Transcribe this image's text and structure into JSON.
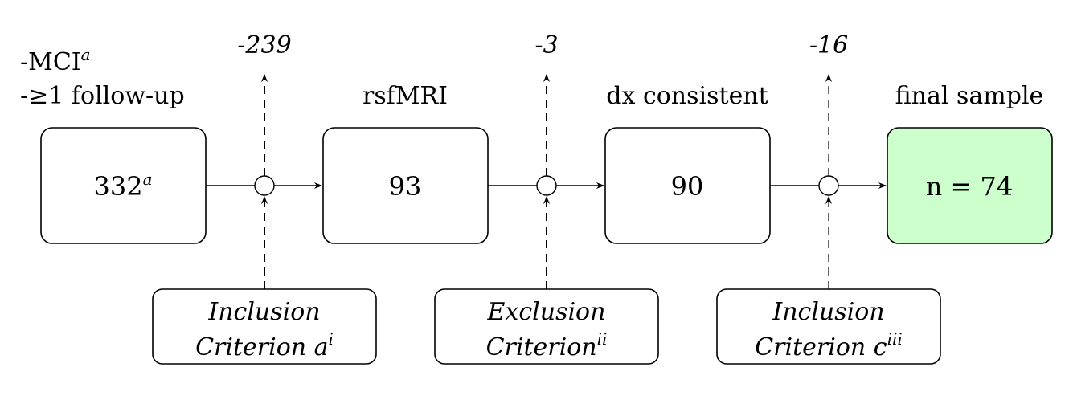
{
  "colors": {
    "stroke": "#000000",
    "final_fill": "#ccffcc",
    "box_fill": "#ffffff"
  },
  "header_notes": {
    "line1": "-MCI",
    "line1_sup": "a",
    "line2": "-≥1 follow-up"
  },
  "stages": [
    {
      "label": "",
      "value": "332",
      "value_sup": "a"
    },
    {
      "label": "rsfMRI",
      "value": "93",
      "value_sup": ""
    },
    {
      "label": "dx consistent",
      "value": "90",
      "value_sup": ""
    },
    {
      "label": "final sample",
      "value": "n = 74",
      "value_sup": ""
    }
  ],
  "removals": [
    "-239",
    "-3",
    "-16"
  ],
  "criteria": [
    {
      "line1": "Inclusion",
      "line2": "Criterion a",
      "sup": "i"
    },
    {
      "line1": "Exclusion",
      "line2": "Criterion",
      "sup": "ii"
    },
    {
      "line1": "Inclusion",
      "line2": "Criterion c",
      "sup": "iii"
    }
  ]
}
